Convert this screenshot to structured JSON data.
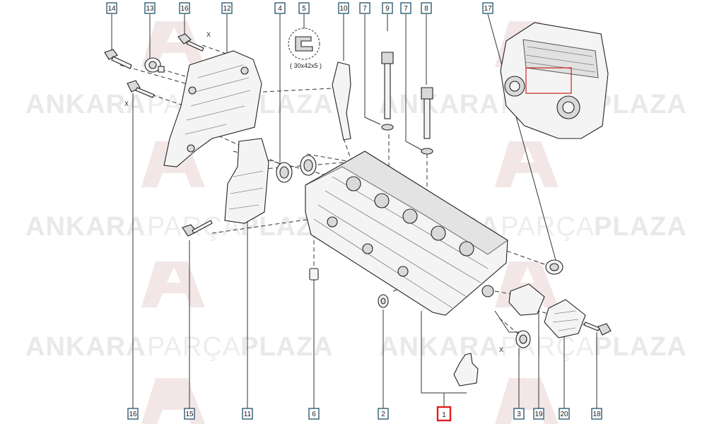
{
  "watermark": {
    "brand_bold_1": "ANKARA",
    "brand_light": "PARÇA",
    "brand_bold_2": "PLAZA"
  },
  "callouts": {
    "top": [
      "14",
      "13",
      "16",
      "12",
      "4",
      "5",
      "10",
      "7",
      "9",
      "7",
      "8",
      "17"
    ],
    "bottom": [
      "16",
      "15",
      "11",
      "6",
      "2",
      "1",
      "3",
      "19",
      "20",
      "18"
    ],
    "highlighted": "1"
  },
  "annotations": {
    "seal_size": "( 30x42x5 )",
    "dim_x": "X"
  },
  "colors": {
    "callout_border": "#2f5d73",
    "highlight_border": "#e02020",
    "watermark": "#e9e9e9",
    "logo": "#f3e9e9"
  }
}
